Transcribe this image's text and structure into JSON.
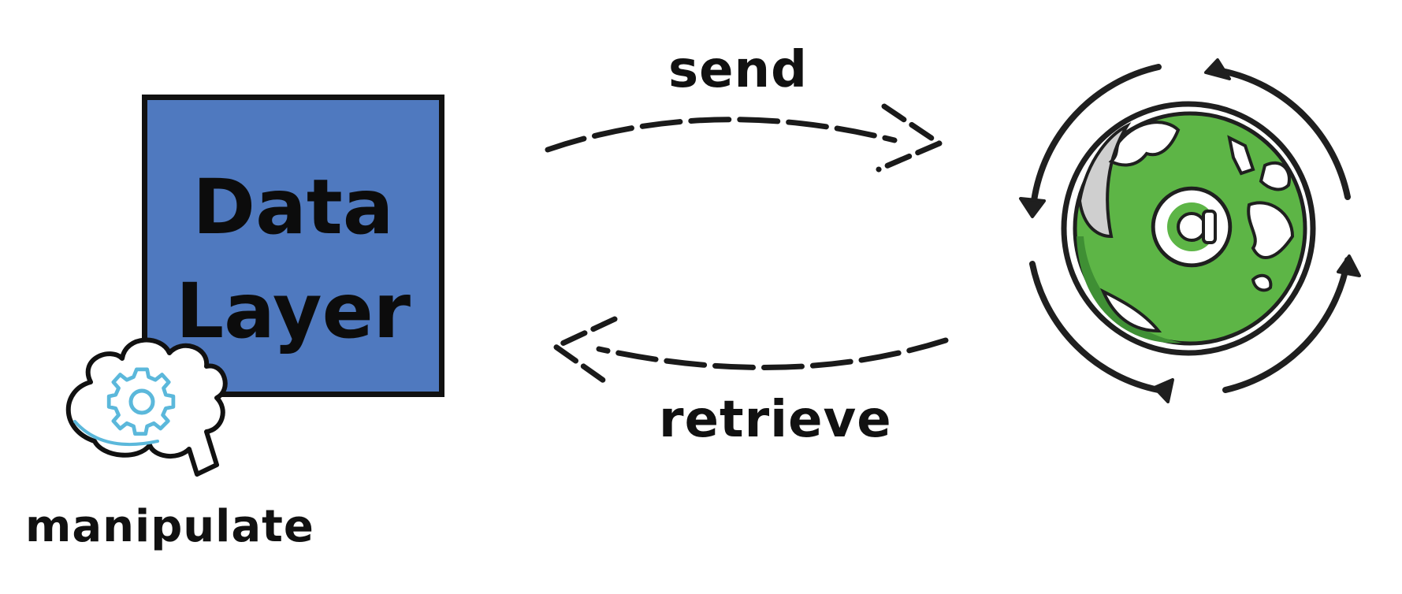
{
  "diagram": {
    "box": {
      "title": "Data\nLayer",
      "color": "#4f79bf"
    },
    "arrows": {
      "send": {
        "label": "send"
      },
      "retrieve": {
        "label": "retrieve"
      }
    },
    "processor": {
      "label": "manipulate",
      "icon": "cloud-gear-icon",
      "accent": "#5bb8db"
    },
    "internet": {
      "icon": "globe-at-icon",
      "symbol": "@",
      "globe_color": "#5db546",
      "cycle_icon": "refresh-arrows-icon"
    }
  }
}
